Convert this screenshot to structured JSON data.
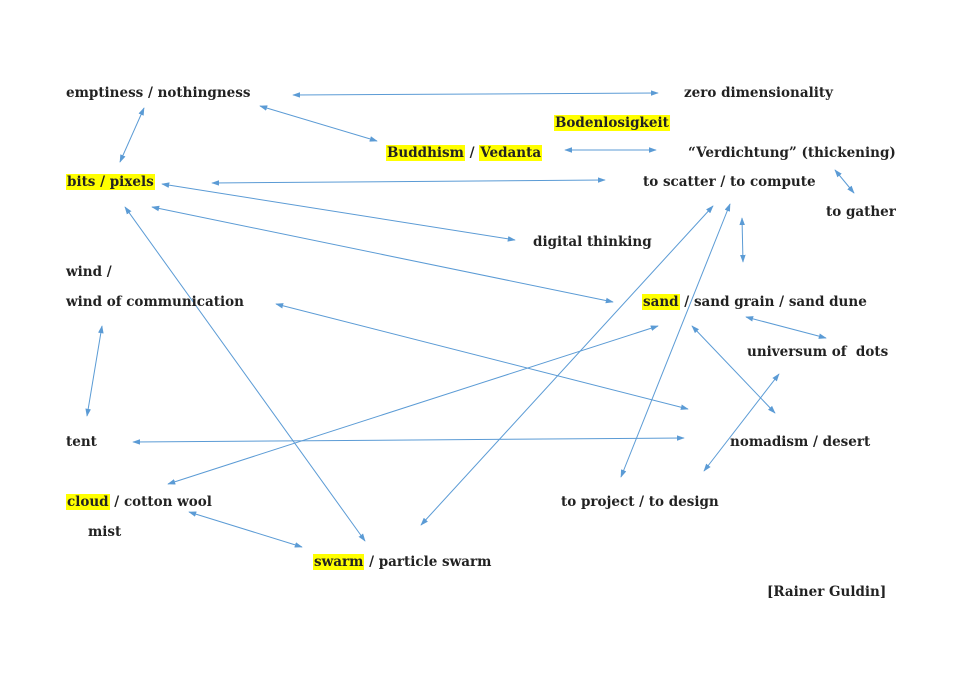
{
  "diagram": {
    "highlight_color": "#ffff00",
    "arrow_color": "#5b9bd5",
    "text_color": "#222222",
    "nodes": {
      "emptiness": {
        "text": "emptiness / nothingness"
      },
      "zero_dimensionality": {
        "text": "zero dimensionality"
      },
      "bodenlosigkeit": {
        "text": "Bodenlosigkeit"
      },
      "buddhism_vedanta": {
        "part1": "Buddhism",
        "sep": " / ",
        "part2": "Vedanta"
      },
      "verdichtung": {
        "text": "“Verdichtung” (thickening)"
      },
      "bits_pixels": {
        "text": "bits / pixels"
      },
      "scatter_compute": {
        "text": "to scatter / to compute"
      },
      "to_gather": {
        "text": "to gather"
      },
      "digital_thinking": {
        "text": "digital thinking"
      },
      "wind": {
        "text": "wind /"
      },
      "wind_communication": {
        "text": "wind of communication"
      },
      "sand": {
        "highlighted": "sand",
        "rest": " / sand grain / sand dune"
      },
      "universum_dots": {
        "text": "universum of  dots"
      },
      "tent": {
        "text": "tent"
      },
      "nomadism_desert": {
        "text": "nomadism / desert"
      },
      "cloud": {
        "highlighted": "cloud",
        "rest": " / cotton wool"
      },
      "project_design": {
        "text": "to project / to design"
      },
      "mist": {
        "text": "mist"
      },
      "swarm": {
        "highlighted": "swarm",
        "rest": " / particle swarm"
      },
      "author": {
        "text": "[Rainer Guldin]"
      }
    },
    "edges": [
      {
        "from": "emptiness",
        "to": "zero_dimensionality"
      },
      {
        "from": "emptiness",
        "to": "bits_pixels"
      },
      {
        "from": "emptiness",
        "to": "buddhism_vedanta"
      },
      {
        "from": "buddhism_vedanta",
        "to": "verdichtung"
      },
      {
        "from": "verdichtung",
        "to": "to_gather"
      },
      {
        "from": "bits_pixels",
        "to": "scatter_compute"
      },
      {
        "from": "bits_pixels",
        "to": "digital_thinking"
      },
      {
        "from": "bits_pixels",
        "to": "sand"
      },
      {
        "from": "bits_pixels",
        "to": "swarm"
      },
      {
        "from": "scatter_compute",
        "to": "sand"
      },
      {
        "from": "scatter_compute",
        "to": "swarm"
      },
      {
        "from": "scatter_compute",
        "to": "project_design"
      },
      {
        "from": "wind_communication",
        "to": "tent"
      },
      {
        "from": "wind_communication",
        "to": "nomadism_desert"
      },
      {
        "from": "sand",
        "to": "universum_dots"
      },
      {
        "from": "sand",
        "to": "nomadism_desert"
      },
      {
        "from": "sand",
        "to": "cloud"
      },
      {
        "from": "universum_dots",
        "to": "project_design"
      },
      {
        "from": "tent",
        "to": "nomadism_desert"
      },
      {
        "from": "cloud",
        "to": "swarm"
      }
    ]
  }
}
